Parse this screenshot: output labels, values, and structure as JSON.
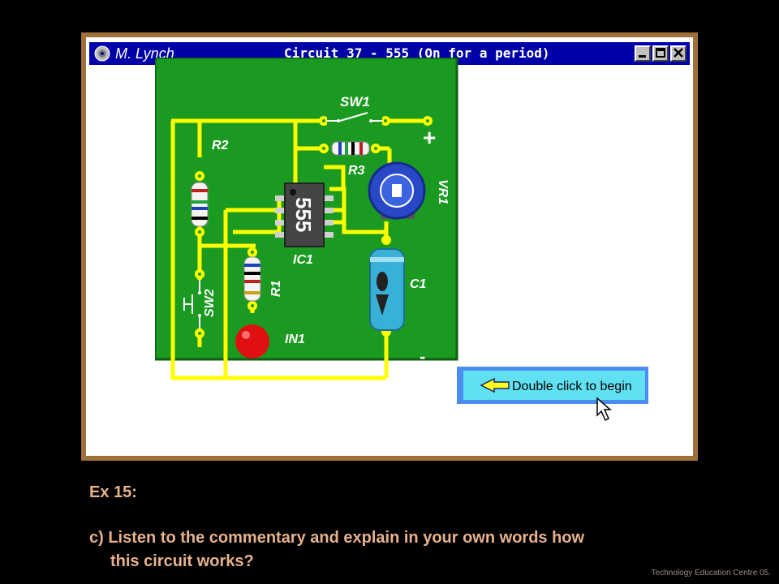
{
  "window": {
    "author": "M. Lynch",
    "title": "Circuit 37 - 555  (On for a period)"
  },
  "circuit": {
    "labels": {
      "sw1": "SW1",
      "plus": "+",
      "r3": "R3",
      "r2": "R2",
      "vr1": "VR1",
      "ic_chip": "555",
      "ic1": "IC1",
      "sw2": "SW2",
      "r1": "R1",
      "c1": "C1",
      "in1": "IN1",
      "minus": "-"
    },
    "begin_prompt": "Double click to begin"
  },
  "slide": {
    "exercise": "Ex 15:",
    "question_line1": "c) Listen to the commentary and explain in your own words how",
    "question_line2": "this circuit works?",
    "footer": "Technology Education Centre 05."
  },
  "colors": {
    "background": "#000000",
    "frame": "#a0703a",
    "titlebar": "#0000a8",
    "board": "#1a9a20",
    "track": "#ffff00",
    "text": "#e7b28c"
  }
}
